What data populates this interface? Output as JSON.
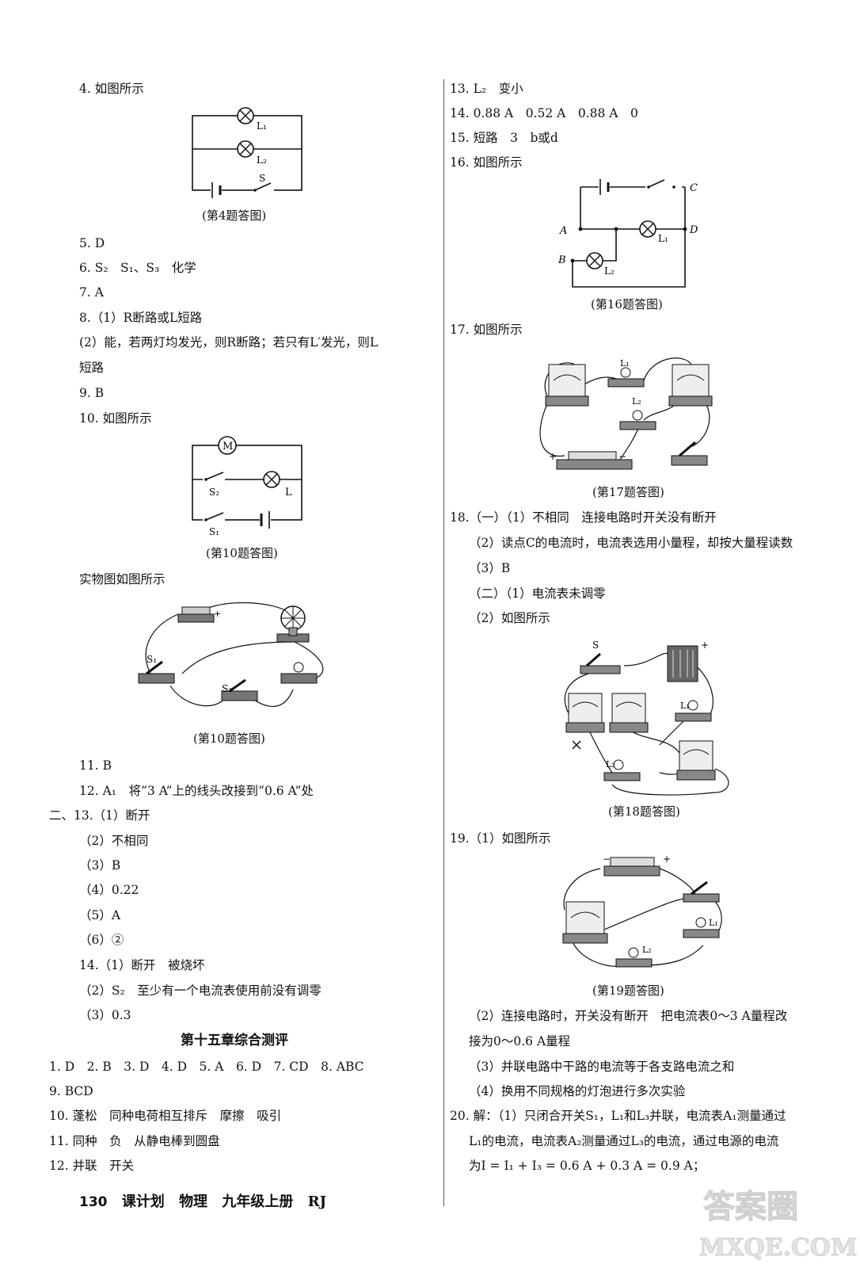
{
  "left": {
    "lines": [
      "4. 如图所示",
      "5. D",
      "6. S₂　S₁、S₃　化学",
      "7. A",
      "8.（1）R断路或L短路",
      "(2）能，若两灯均发光，则R断路；若只有L′发光，则L",
      "短路",
      "9. B",
      "10. 如图所示",
      "实物图如图所示",
      "11. B",
      "12. A₁　将“3 A”上的线头改接到“0.6 A”处",
      "二、13.（1）断开",
      "（2）不相同",
      "（3）B",
      "（4）0.22",
      "（5）A",
      "（6）②",
      "14.（1）断开　被烧坏",
      "（2）S₂　至少有一个电流表使用前没有调零",
      "（3）0.3",
      "1. D　2. B　3. D　4. D　5. A　6. D　7. CD　8. ABC",
      "9. BCD",
      "10. 蓬松　同种电荷相互排斥　摩擦　吸引",
      "11. 同种　负　从静电棒到圆盘",
      "12. 并联　开关"
    ],
    "captions": [
      "(第4题答图)",
      "(第10题答图)",
      "(第10题答图)"
    ],
    "section_title": "第十五章综合测评",
    "diagram_labels": {
      "l1": "L₁",
      "l2": "L₂",
      "s": "S",
      "m": "M",
      "s2": "S₂",
      "l": "L",
      "s1": "S₁"
    }
  },
  "right": {
    "lines": [
      "13. L₂　变小",
      "14. 0.88 A　0.52 A　0.88 A　0",
      "15. 短路　3　b或d",
      "16. 如图所示",
      "17. 如图所示",
      "18.（一）（1）不相同　连接电路时开关没有断开",
      "（2）读点C的电流时，电流表选用小量程，却按大量程读数",
      "（3）B",
      "（二）（1）电流表未调零",
      "（2）如图所示",
      "19.（1）如图所示",
      "（2）连接电路时，开关没有断开　把电流表0～3 A量程改",
      "接为0～0.6 A量程",
      "（3）并联电路中干路的电流等于各支路电流之和",
      "（4）换用不同规格的灯泡进行多次实验",
      "20. 解：（1）只闭合开关S₁，L₁和L₃并联，电流表A₁测量通过",
      "L₁的电流，电流表A₂测量通过L₃的电流，通过电源的电流",
      "为I = I₁ + I₃ = 0.6 A + 0.3 A = 0.9 A；"
    ],
    "captions": [
      "(第16题答图)",
      "(第17题答图)",
      "(第18题答图)",
      "(第19题答图)"
    ],
    "diagram_labels": {
      "a": "A",
      "b": "B",
      "c": "C",
      "d": "D",
      "l1": "L₁",
      "l2": "L₂",
      "plus": "+",
      "minus": "−"
    }
  },
  "footer": {
    "page_number": "130",
    "book": "课计划",
    "subject": "物理",
    "grade": "九年级上册",
    "edition": "RJ"
  },
  "watermark": {
    "top": "答案圈",
    "bottom": "MXQE.COM"
  }
}
